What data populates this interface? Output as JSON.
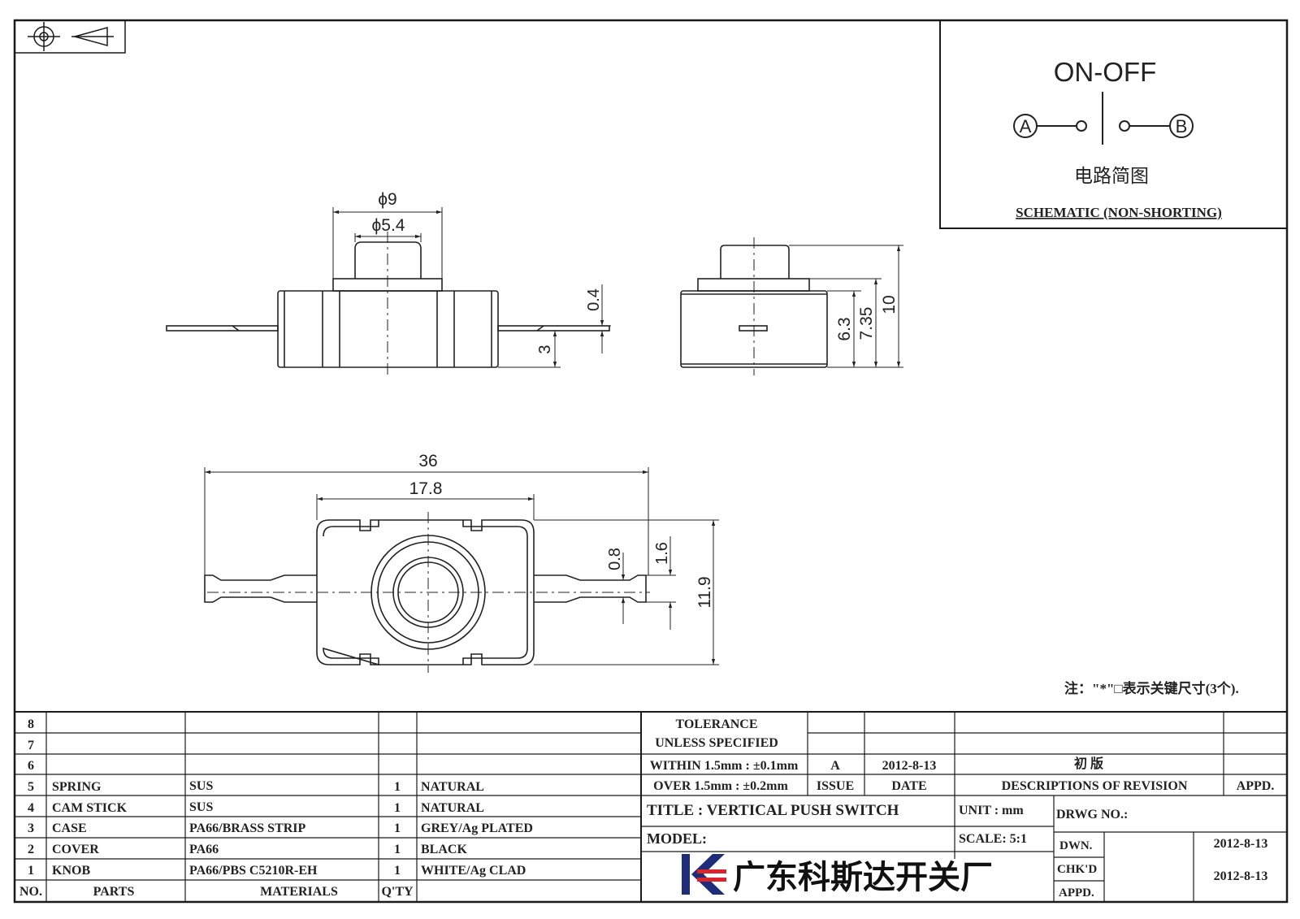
{
  "schematic": {
    "title": "ON-OFF",
    "terminal_a": "A",
    "terminal_b": "B",
    "caption_cn": "电路简图",
    "caption_en": "SCHEMATIC (NON-SHORTING)"
  },
  "dimensions": {
    "front": {
      "phi9": "ϕ9",
      "phi54": "ϕ5.4",
      "d04": "0.4",
      "d3": "3"
    },
    "side": {
      "d63": "6.3",
      "d735": "7.35",
      "d10": "10"
    },
    "top": {
      "d36": "36",
      "d178": "17.8",
      "d08": "0.8",
      "d16": "1.6",
      "d119": "11.9"
    }
  },
  "note": "注：\"*\"□表示关键尺寸(3个).",
  "tolerance": {
    "line1": "TOLERANCE",
    "line2": "UNLESS  SPECIFIED",
    "line3": "WITHIN 1.5mm : ±0.1mm",
    "line4": "OVER 1.5mm : ±0.2mm"
  },
  "revision": {
    "issue": "A",
    "date": "2012-8-13",
    "description": "初  版",
    "headers": {
      "issue": "ISSUE",
      "date": "DATE",
      "descriptions": "DESCRIPTIONS OF REVISION",
      "appd": "APPD."
    }
  },
  "bom": {
    "headers": {
      "no": "NO.",
      "parts": "PARTS",
      "materials": "MATERIALS",
      "qty": "Q'TY"
    },
    "rows": [
      {
        "no": "8",
        "part": "",
        "material": "",
        "qty": "",
        "color": ""
      },
      {
        "no": "7",
        "part": "",
        "material": "",
        "qty": "",
        "color": ""
      },
      {
        "no": "6",
        "part": "",
        "material": "",
        "qty": "",
        "color": ""
      },
      {
        "no": "5",
        "part": "SPRING",
        "material": "SUS",
        "qty": "1",
        "color": "NATURAL"
      },
      {
        "no": "4",
        "part": "CAM STICK",
        "material": "SUS",
        "qty": "1",
        "color": "NATURAL"
      },
      {
        "no": "3",
        "part": "CASE",
        "material": "PA66/BRASS STRIP",
        "qty": "1",
        "color": "GREY/Ag PLATED"
      },
      {
        "no": "2",
        "part": "COVER",
        "material": "PA66",
        "qty": "1",
        "color": "BLACK"
      },
      {
        "no": "1",
        "part": "KNOB",
        "material": "PA66/PBS C5210R-EH",
        "qty": "1",
        "color": "WHITE/Ag CLAD"
      }
    ]
  },
  "title_block": {
    "title": "TITLE :  VERTICAL PUSH SWITCH",
    "model": "MODEL:",
    "unit": "UNIT :  mm",
    "scale": "SCALE:  5:1",
    "drwg_no": "DRWG NO.:",
    "dwn_label": "DWN.",
    "dwn_date": "2012-8-13",
    "chkd_label": "CHK'D",
    "chkd_date": "2012-8-13",
    "appd_label": "APPD.",
    "company": "广东科斯达开关厂"
  }
}
